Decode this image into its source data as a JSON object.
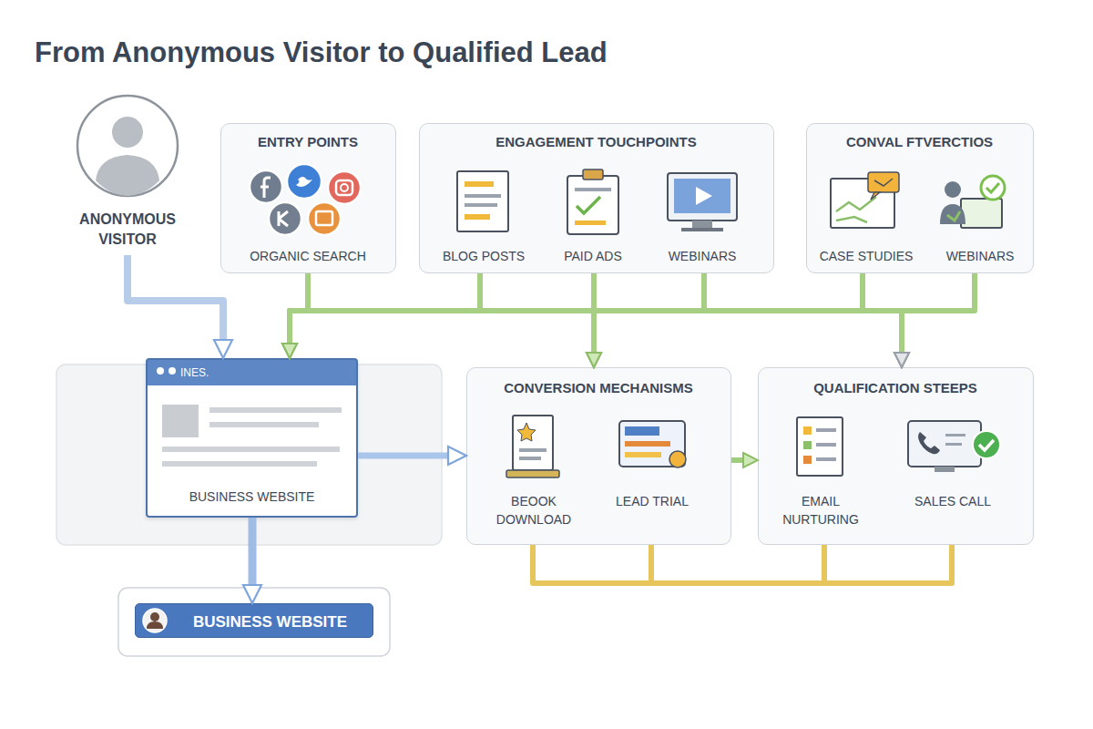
{
  "diagram": {
    "title": "From Anonymous Visitor to Qualified Lead",
    "nodes": [
      {
        "text": [
          "ANONYMOUS VISITOR"
        ]
      },
      {
        "text": [
          "ENTRY POINTS",
          "ORGANIC SEARCH"
        ]
      },
      {
        "text": [
          "ENGAGEMENT TOUCHPOINTS",
          "BLOG POSTS",
          "PAID ADS",
          "WEBINARS"
        ]
      },
      {
        "text": [
          "CONVAL FTVERCTIOS",
          "CASE STUDIES",
          "WEBINARS"
        ]
      },
      {
        "text": [
          "INES.",
          "BUSINESS WEBSITE"
        ]
      },
      {
        "text": [
          "CONVERSION MECHANISMS",
          "BEOOK DOWNLOAD",
          "LEAD TRIAL"
        ]
      },
      {
        "text": [
          "QUALIFICATION STEEPS",
          "EMAIL NURTURING",
          "SALES CALL"
        ]
      },
      {
        "text": [
          "BUSINESS WEBSITE"
        ]
      }
    ],
    "edges": [
      {
        "from": 0,
        "to": 4,
        "arrow": "to"
      },
      {
        "from": 1,
        "to": 4,
        "arrow": "to"
      },
      {
        "from": 1,
        "to": 5,
        "arrow": "to"
      },
      {
        "from": 1,
        "to": 6,
        "arrow": "to"
      },
      {
        "from": 2,
        "to": 4,
        "arrow": "to"
      },
      {
        "from": 2,
        "to": 5,
        "arrow": "to"
      },
      {
        "from": 2,
        "to": 6,
        "arrow": "to"
      },
      {
        "from": 3,
        "to": 4,
        "arrow": "to"
      },
      {
        "from": 3,
        "to": 5,
        "arrow": "to"
      },
      {
        "from": 3,
        "to": 6,
        "arrow": "to"
      },
      {
        "from": 4,
        "to": 5,
        "arrow": "to"
      },
      {
        "from": 5,
        "to": 6,
        "arrow": "to"
      },
      {
        "from": 4,
        "to": 7,
        "arrow": "to"
      },
      {
        "from": 5,
        "to": 6,
        "arrow": "none"
      }
    ]
  }
}
